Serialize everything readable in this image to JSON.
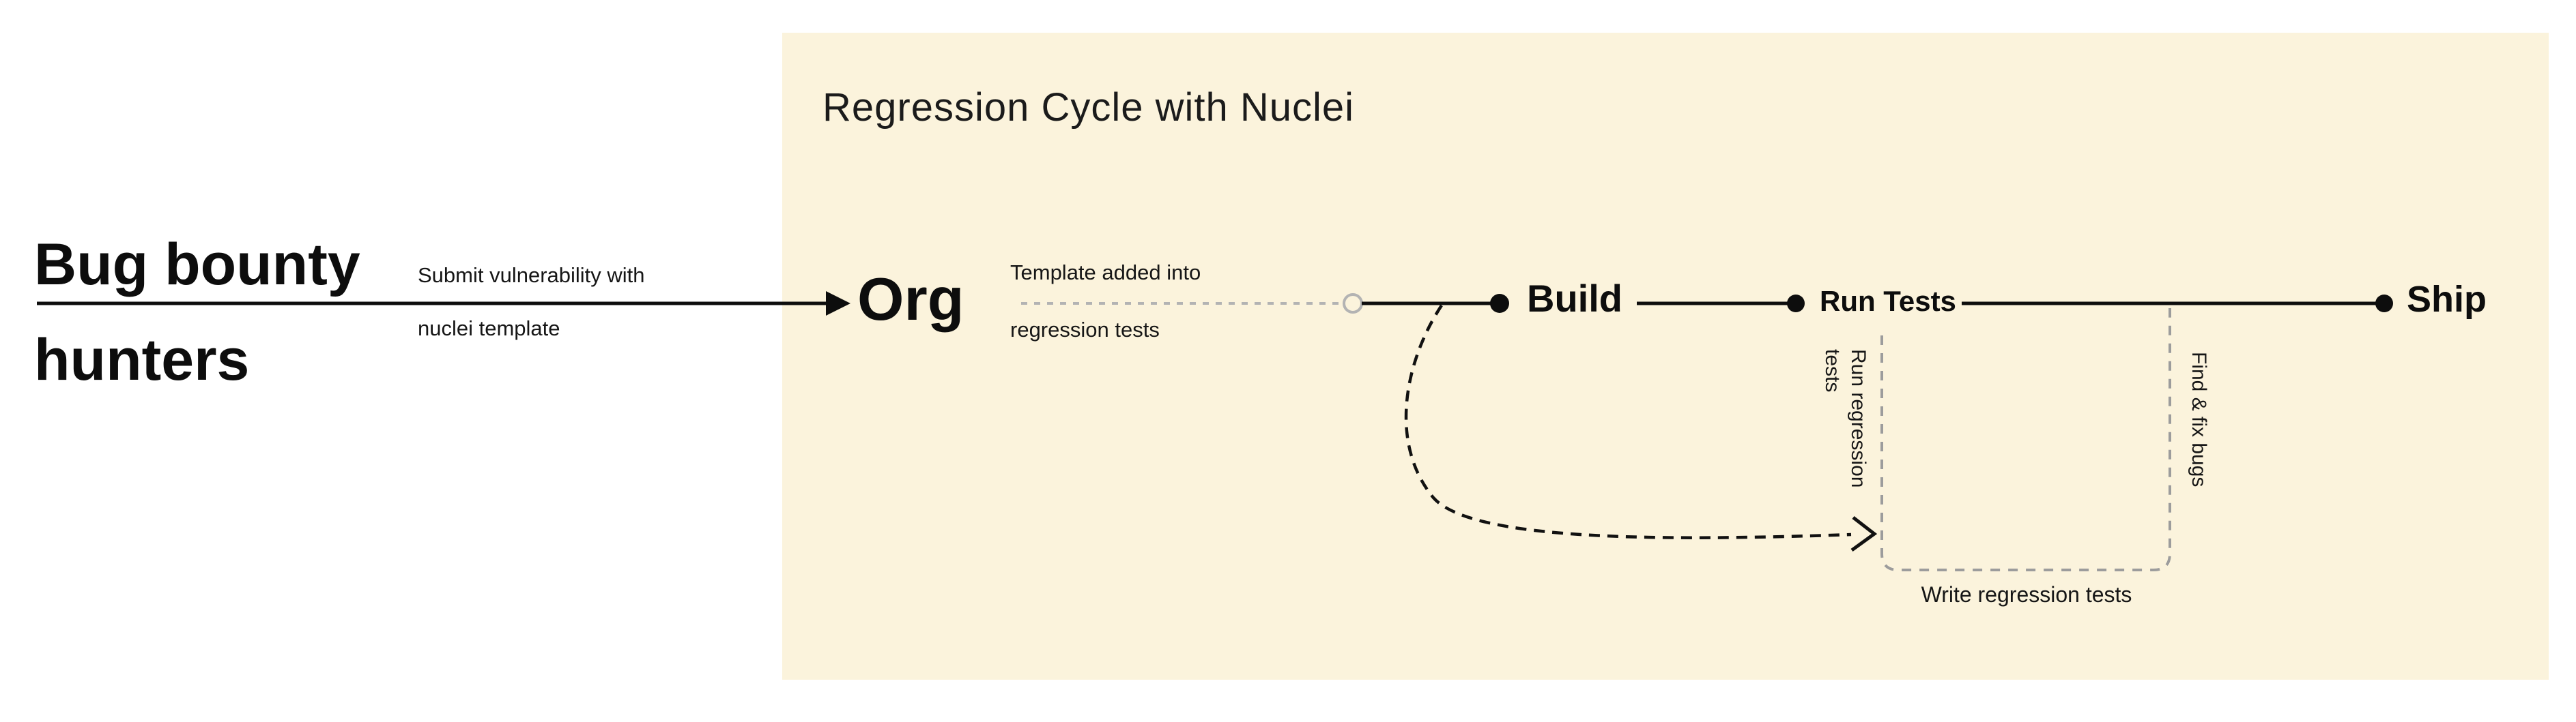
{
  "left_panel": {
    "actor_line1": "Bug bounty",
    "actor_line2": "hunters",
    "arrow_label_line1": "Submit vulnerability with",
    "arrow_label_line2": "nuclei template"
  },
  "diagram": {
    "title": "Regression Cycle with Nuclei",
    "nodes": {
      "org": "Org",
      "build": "Build",
      "run_tests": "Run Tests",
      "ship": "Ship"
    },
    "labels": {
      "template_added_line1": "Template added into",
      "template_added_line2": "regression tests",
      "run_regression_line1": "Run regression",
      "run_regression_line2": "tests",
      "find_fix_bugs": "Find & fix bugs",
      "write_regression_tests": "Write regression tests"
    },
    "colors": {
      "panel_background": "#FBF3DC",
      "page_background": "#FFFFFF",
      "ink": "#111111",
      "muted_dash_gray": "#9C9C9C",
      "light_dash_gray": "#B3B3B3"
    }
  }
}
